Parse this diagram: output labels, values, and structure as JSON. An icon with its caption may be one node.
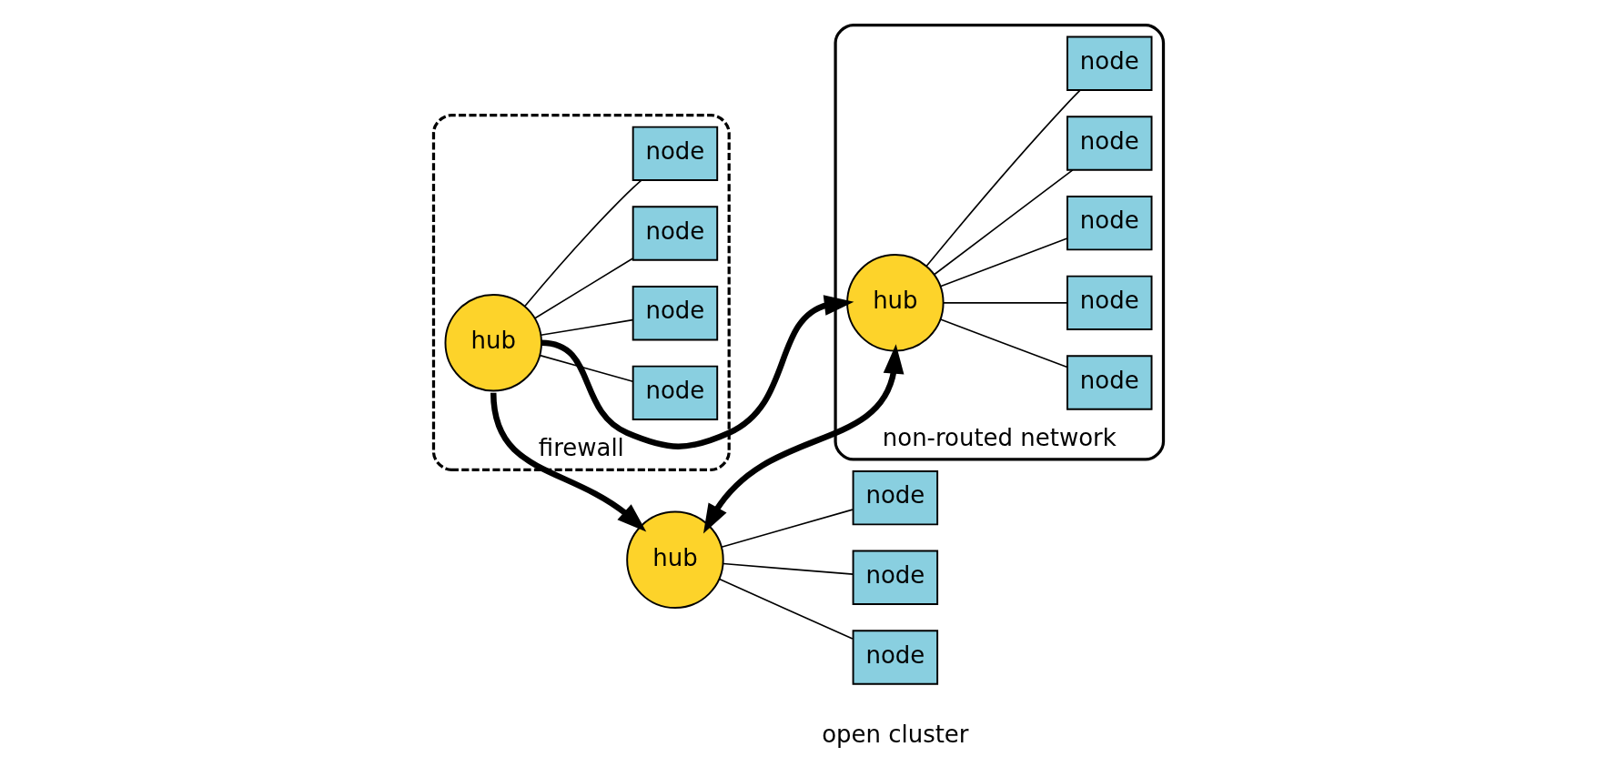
{
  "diagram": {
    "nodes": [
      {
        "text": [
          "firewall"
        ]
      },
      {
        "text": [
          "hub"
        ],
        "in": 0
      },
      {
        "text": [
          "node"
        ],
        "in": 0
      },
      {
        "text": [
          "node"
        ],
        "in": 0
      },
      {
        "text": [
          "node"
        ],
        "in": 0
      },
      {
        "text": [
          "node"
        ],
        "in": 0
      },
      {
        "text": [
          "non-routed network"
        ]
      },
      {
        "text": [
          "hub"
        ],
        "in": 6
      },
      {
        "text": [
          "node"
        ],
        "in": 6
      },
      {
        "text": [
          "node"
        ],
        "in": 6
      },
      {
        "text": [
          "node"
        ],
        "in": 6
      },
      {
        "text": [
          "node"
        ],
        "in": 6
      },
      {
        "text": [
          "node"
        ],
        "in": 6
      },
      {
        "text": [
          "hub"
        ]
      },
      {
        "text": [
          "node"
        ]
      },
      {
        "text": [
          "node"
        ]
      },
      {
        "text": [
          "node"
        ]
      }
    ],
    "edges": [
      {
        "from": 1,
        "to": 2,
        "arrow": "none"
      },
      {
        "from": 1,
        "to": 3,
        "arrow": "none"
      },
      {
        "from": 1,
        "to": 4,
        "arrow": "none"
      },
      {
        "from": 1,
        "to": 5,
        "arrow": "none"
      },
      {
        "from": 7,
        "to": 8,
        "arrow": "none"
      },
      {
        "from": 7,
        "to": 9,
        "arrow": "none"
      },
      {
        "from": 7,
        "to": 10,
        "arrow": "none"
      },
      {
        "from": 7,
        "to": 11,
        "arrow": "none"
      },
      {
        "from": 7,
        "to": 12,
        "arrow": "none"
      },
      {
        "from": 13,
        "to": 14,
        "arrow": "none"
      },
      {
        "from": 13,
        "to": 15,
        "arrow": "none"
      },
      {
        "from": 13,
        "to": 16,
        "arrow": "none"
      },
      {
        "from": 1,
        "to": 7,
        "arrow": "to",
        "style": "thick"
      },
      {
        "from": 1,
        "to": 13,
        "arrow": "to",
        "style": "thick"
      },
      {
        "from": 13,
        "to": 7,
        "arrow": "both",
        "style": "thick"
      }
    ],
    "labels": [
      "open cluster"
    ]
  }
}
